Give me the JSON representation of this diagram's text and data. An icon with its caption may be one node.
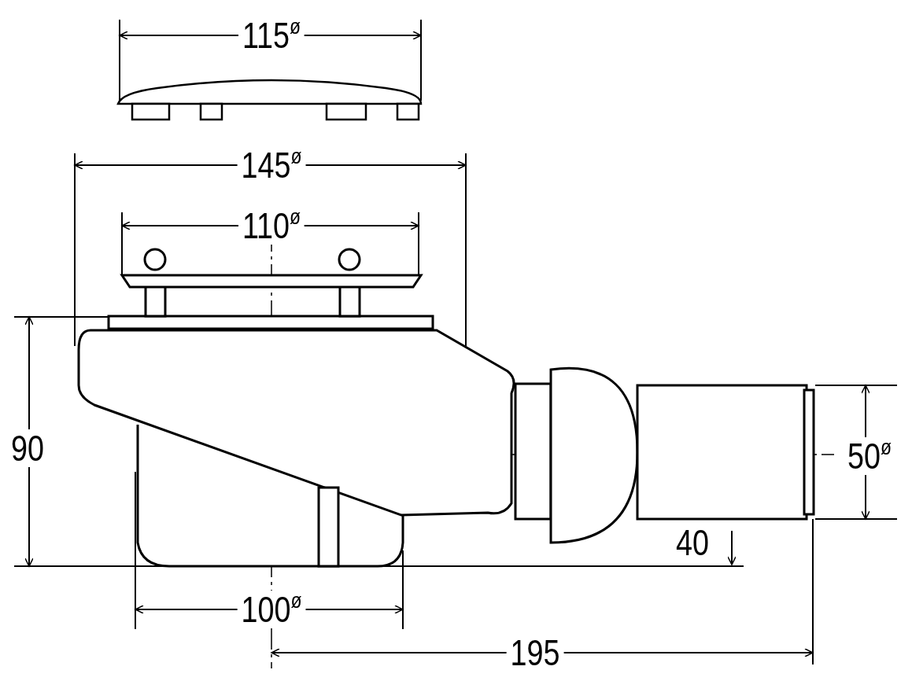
{
  "diagram": {
    "labels": [
      "115$^{ø}$",
      "145$^{ø}$",
      "110$^{ø}$",
      "90",
      "50$^{ø}$",
      "40",
      "100$^{ø}$",
      "195"
    ]
  }
}
